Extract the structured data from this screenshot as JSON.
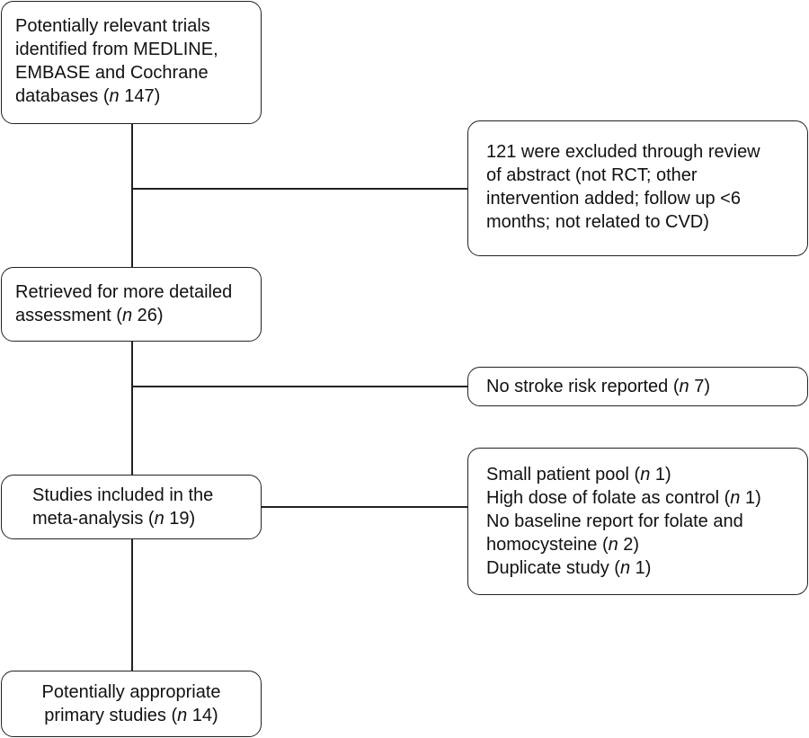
{
  "flowchart": {
    "main_boxes": [
      {
        "id": "identified",
        "lines": [
          {
            "text": "Potentially relevant trials"
          },
          {
            "text": "identified from MEDLINE,"
          },
          {
            "text": "EMBASE and Cochrane"
          },
          {
            "pre": "databases (",
            "n": "n",
            "post": " 147)"
          }
        ]
      },
      {
        "id": "retrieved",
        "lines": [
          {
            "text": "Retrieved for more detailed"
          },
          {
            "pre": "assessment (",
            "n": "n",
            "post": " 26)"
          }
        ]
      },
      {
        "id": "included",
        "lines": [
          {
            "text": "Studies included in the"
          },
          {
            "pre": "meta-analysis (",
            "n": "n",
            "post": " 19)"
          }
        ]
      },
      {
        "id": "appropriate",
        "lines": [
          {
            "text": "Potentially appropriate"
          },
          {
            "pre": "primary studies (",
            "n": "n",
            "post": " 14)"
          }
        ]
      }
    ],
    "side_boxes": [
      {
        "id": "excluded-abstract",
        "lines": [
          {
            "text": "121 were excluded through review"
          },
          {
            "text": "of abstract (not RCT; other"
          },
          {
            "text": "intervention added; follow up <6"
          },
          {
            "text": "months; not related to CVD)"
          }
        ]
      },
      {
        "id": "no-stroke",
        "lines": [
          {
            "pre": "No stroke risk reported (",
            "n": "n",
            "post": " 7)"
          }
        ]
      },
      {
        "id": "excluded-reasons",
        "lines": [
          {
            "pre": "Small patient pool (",
            "n": "n",
            "post": " 1)"
          },
          {
            "pre": "High dose of folate as control (",
            "n": "n",
            "post": " 1)"
          },
          {
            "text": "No baseline report for folate and"
          },
          {
            "pre": "homocysteine (",
            "n": "n",
            "post": " 2)"
          },
          {
            "pre": "Duplicate study (",
            "n": "n",
            "post": " 1)"
          }
        ]
      }
    ]
  }
}
